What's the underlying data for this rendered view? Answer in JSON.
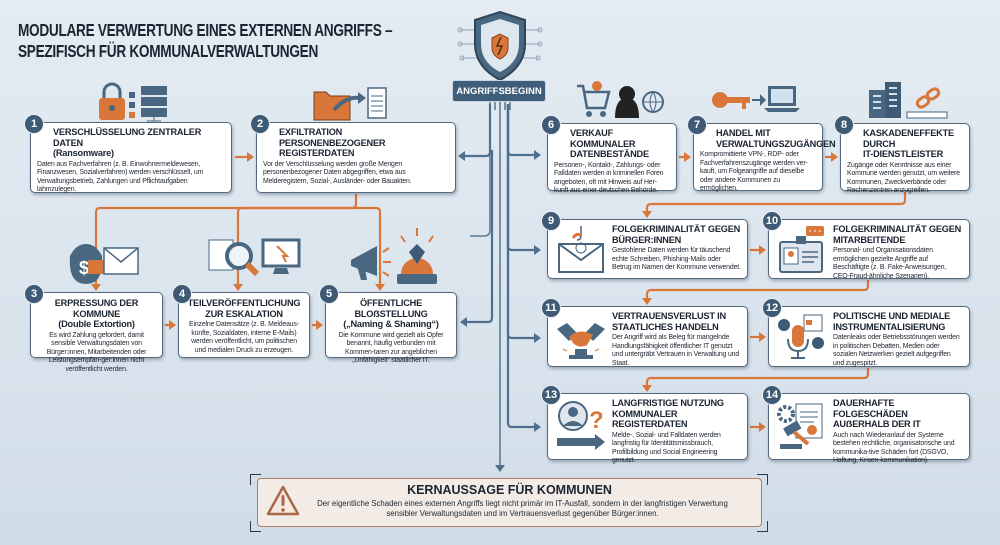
{
  "title": "MODULARE VERWERTUNG EINES EXTERNEN ANGRIFFS –\nSPEZIFISCH FÜR KOMMUNALVERWALTUNGEN",
  "start_badge": "ANGRIFFSBEGINN",
  "colors": {
    "accent": "#d9773a",
    "trunk": "#4f6f8f",
    "number": "#3e5a74",
    "card_border": "#56697c"
  },
  "cards": [
    {
      "num": "1",
      "title": "VERSCHLÜSSELUNG ZENTRALER DATEN\n(Ransomware)",
      "text": "Daten aus Fachverfahren (z. B. Einwohnermeldewesen, Finanzwesen, Sozialverfahren) werden verschlüsselt, um Verwaltungsbetrieb, Zahlungen und Pflichtaufgaben lahmzulegen.",
      "icon": "lock-server-icon"
    },
    {
      "num": "2",
      "title": "EXFILTRATION PERSONENBEZOGENER\nREGISTERDATEN",
      "text": "Vor der Verschlüsselung werden große Mengen personenbezogener Daten abgegriffen, etwa aus Melderegistern, Sozial-, Ausländer- oder Bauakten.",
      "icon": "folder-transfer-icon"
    },
    {
      "num": "3",
      "title": "ERPRESSUNG DER KOMMUNE\n(Double Extortion)",
      "text": "Es wird Zahlung gefordert, damit sensible Verwaltungsdaten von Bürger:innen, Mitarbeitenden oder Leistungsempfän-ger:innen nicht veröffentlicht werden.",
      "icon": "money-bag-envelope-icon"
    },
    {
      "num": "4",
      "title": "TEILVERÖFFENTLICHUNG\nZUR ESKALATION",
      "text": "Einzelne Datensätze (z. B. Meldeaus-künfte, Sozialdaten, interne E-Mails) werden veröffentlicht, um politischen und medialen Druck zu erzeugen.",
      "icon": "magnifier-monitor-icon"
    },
    {
      "num": "5",
      "title": "ÖFFENTLICHE BLOẞSTELLUNG\n(„Naming & Shaming“)",
      "text": "Die Kommune wird gezielt als Opfer benannt, häufig verbunden mit Kommen-taren zur angeblichen „Unfähigkeit“ staatlicher IT.",
      "icon": "megaphone-alarm-icon"
    },
    {
      "num": "6",
      "title": "VERKAUF KOMMUNALER\nDATENBESTÄNDE",
      "text": "Personen-, Kontakt-, Zahlungs- oder Falldaten werden in kriminellen Foren angeboten, oft mit Hinweis auf Her-kunft aus einer deutschen Behörde.",
      "icon": "cart-hacker-globe-icon"
    },
    {
      "num": "7",
      "title": "HANDEL MIT\nVERWALTUNGSZUGÄNGEN",
      "text": "Kompromittierte VPN-, RDP- oder Fachverfahrenszugänge werden ver-kauft, um Folgeangriffe auf dieselbe oder andere Kommunen zu ermöglichen.",
      "icon": "key-laptop-icon"
    },
    {
      "num": "8",
      "title": "KASKADENEFFEKTE DURCH\nIT-DIENSTLEISTER",
      "text": "Zugänge oder Kenntnisse aus einer Kommune werden genutzt, um weitere Kommunen, Zweckverbände oder Rechenzentren anzugreifen.",
      "icon": "building-chain-icon"
    },
    {
      "num": "9",
      "title": "FOLGEKRIMINALITÄT GEGEN\nBÜRGER:INNEN",
      "text": "Gestohlene Daten werden für täuschend echte Schreiben, Phishing-Mails oder Betrug im Namen der Kommune verwendet.",
      "icon": "phishing-mail-icon"
    },
    {
      "num": "10",
      "title": "FOLGEKRIMINALITÄT GEGEN\nMITARBEITENDE",
      "text": "Personal- und Organisationsdaten ermöglichen gezielte Angriffe auf Beschäftigte (z. B. Fake-Anweisungen, CEO-Fraud-ähnliche Szenarien).",
      "icon": "id-card-chat-icon"
    },
    {
      "num": "11",
      "title": "VERTRAUENSVERLUST IN\nSTAATLICHES HANDELN",
      "text": "Der Angriff wird als Beleg für mangelnde Handlungsfähigkeit öffentlicher IT genutzt und untergräbt Vertrauen in Verwaltung und Staat.",
      "icon": "handshake-icon"
    },
    {
      "num": "12",
      "title": "POLITISCHE UND MEDIALE\nINSTRUMENTALISIERUNG",
      "text": "Datenleaks oder Betriebsstörungen werden in politischen Debatten, Medien oder sozialen Netzwerken gezielt aufgegriffen und zugespitzt.",
      "icon": "microphone-news-icon"
    },
    {
      "num": "13",
      "title": "LANGFRISTIGE NUTZUNG\nKOMMUNALER REGISTERDATEN",
      "text": "Melde-, Sozial- und Falldaten werden langfristig für Identitätsmissbrauch, Profilbildung und Social Engineering genutzt.",
      "icon": "person-question-icon"
    },
    {
      "num": "14",
      "title": "DAUERHAFTE FOLGESCHÄDEN\nAUẞERHALB DER IT",
      "text": "Auch nach Wiederanlauf der Systeme bestehen rechtliche, organisatorische und kommunika-tive Schäden fort (DSGVO, Haftung, Krisen-kommunikation).",
      "icon": "gavel-document-icon"
    }
  ],
  "summary": {
    "title": "KERNAUSSAGE FÜR KOMMUNEN",
    "text": "Der eigentliche Schaden eines externen Angriffs liegt nicht primär im IT-Ausfall, sondern in der langfristigen Verwertung sensibler Verwaltungsdaten und im Vertrauensverlust gegenüber Bürger:innen.",
    "icon": "warning-icon"
  }
}
